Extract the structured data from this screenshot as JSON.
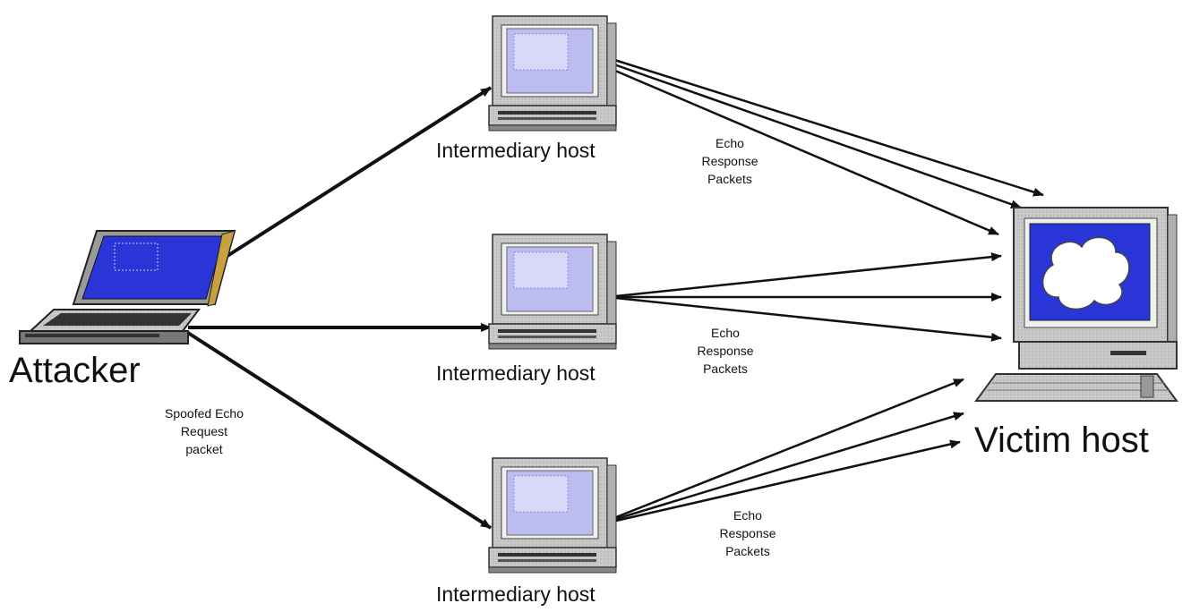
{
  "labels": {
    "attacker": "Attacker",
    "victim": "Victim host",
    "intermediary_top": "Intermediary host",
    "intermediary_mid": "Intermediary host",
    "intermediary_bot": "Intermediary host",
    "spoofed": "Spoofed Echo\nRequest\npacket",
    "echo_top": "Echo\nResponse\nPackets",
    "echo_mid": "Echo\nResponse\nPackets",
    "echo_bot": "Echo\nResponse\nPackets"
  },
  "colors": {
    "screen_blue": "#2a35d8",
    "screen_light": "#b8b8f0",
    "case_gray": "#c8c8c8",
    "arrow": "#111111"
  }
}
